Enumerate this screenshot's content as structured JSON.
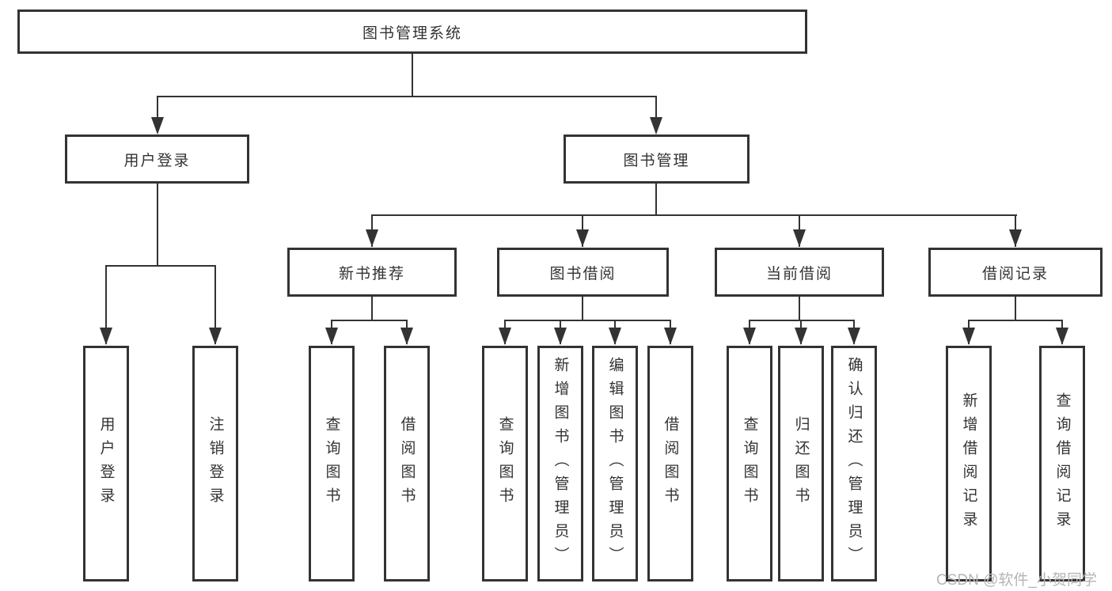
{
  "diagram": {
    "root": {
      "label": "图书管理系统"
    },
    "branches": [
      {
        "label": "用户登录",
        "children": [
          {
            "label": "用户登录"
          },
          {
            "label": "注销登录"
          }
        ]
      },
      {
        "label": "图书管理",
        "children": [
          {
            "label": "新书推荐",
            "children": [
              {
                "label": "查询图书"
              },
              {
                "label": "借阅图书"
              }
            ]
          },
          {
            "label": "图书借阅",
            "children": [
              {
                "label": "查询图书"
              },
              {
                "label": "新增图书（管理员）"
              },
              {
                "label": "编辑图书（管理员）"
              },
              {
                "label": "借阅图书"
              }
            ]
          },
          {
            "label": "当前借阅",
            "children": [
              {
                "label": "查询图书"
              },
              {
                "label": "归还图书"
              },
              {
                "label": "确认归还（管理员）"
              }
            ]
          },
          {
            "label": "借阅记录",
            "children": [
              {
                "label": "新增借阅记录"
              },
              {
                "label": "查询借阅记录"
              }
            ]
          }
        ]
      }
    ]
  },
  "watermark": {
    "text": "CSDN @软件_小贺同学"
  },
  "colors": {
    "line": "#333333",
    "text": "#333333",
    "box_background": "#ffffff",
    "page_background": "#ffffff",
    "watermark": "#b5b5b5"
  }
}
